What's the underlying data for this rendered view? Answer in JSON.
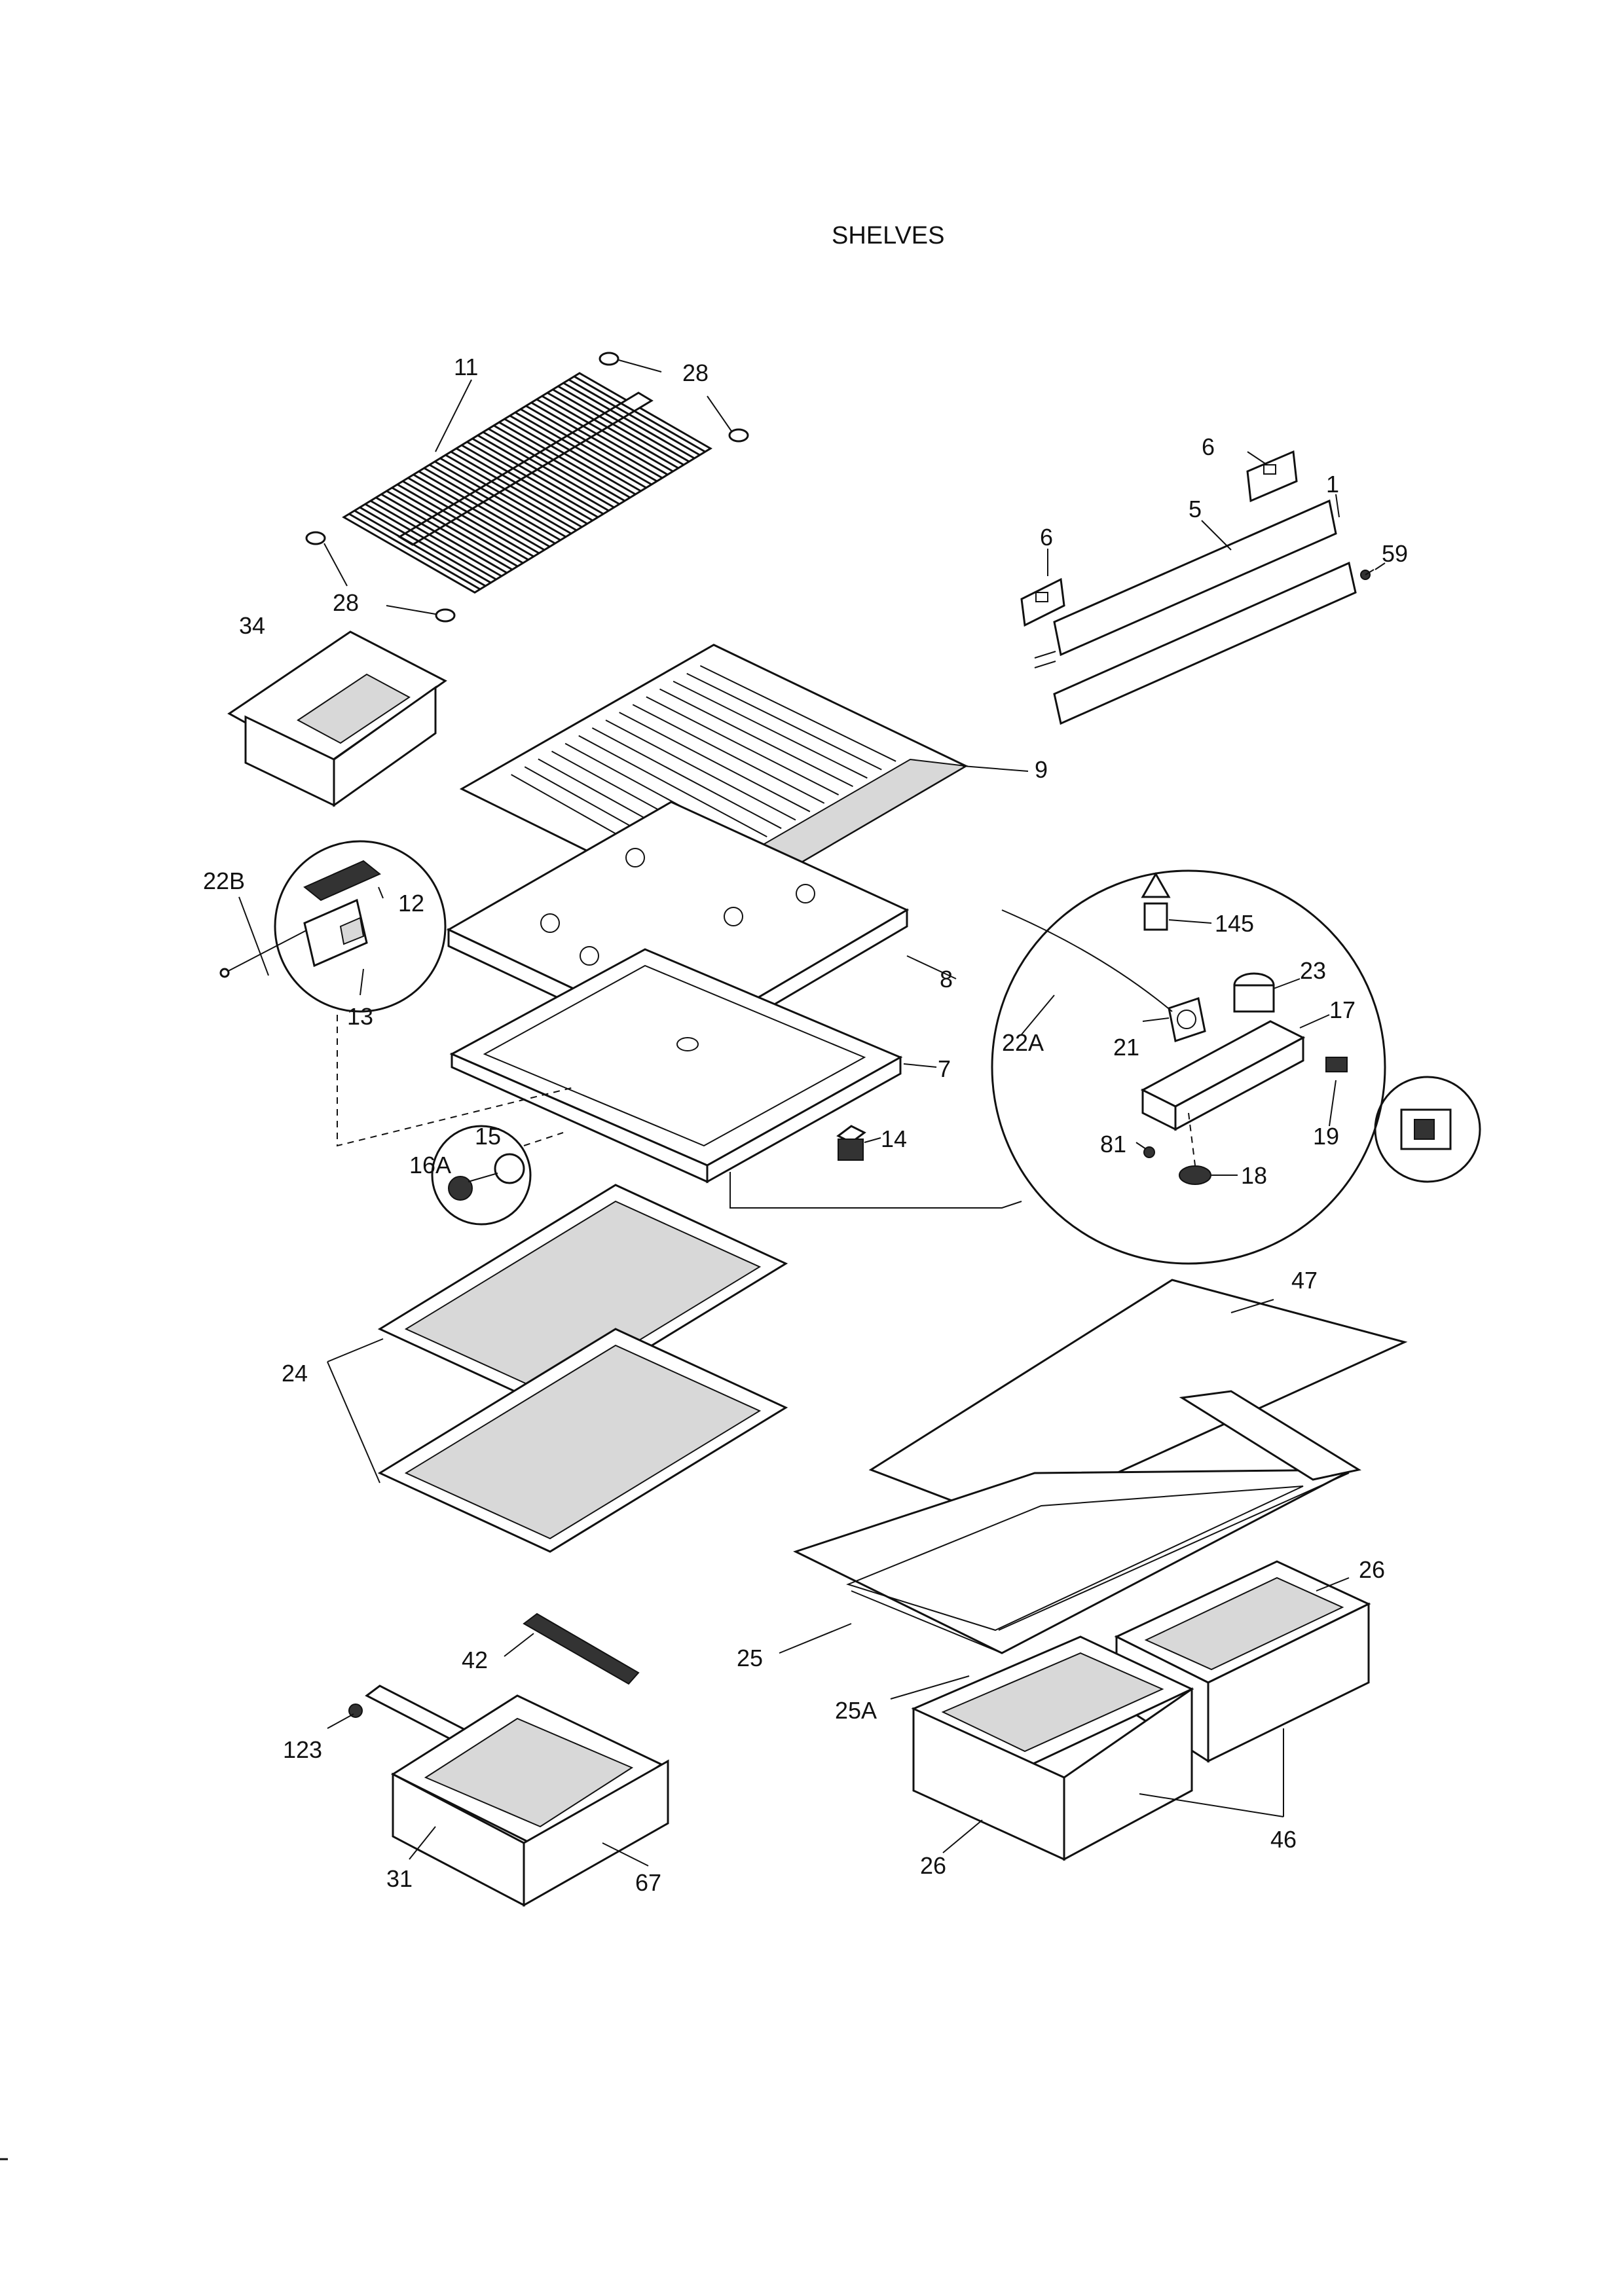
{
  "title": "SHELVES",
  "callouts": {
    "c11": "11",
    "c28a": "28",
    "c28b": "28",
    "c34": "34",
    "c6a": "6",
    "c6b": "6",
    "c5": "5",
    "c1": "1",
    "c59": "59",
    "c9": "9",
    "c22B": "22B",
    "c12": "12",
    "c13": "13",
    "c8": "8",
    "c7": "7",
    "c14": "14",
    "c15": "15",
    "c16A": "16A",
    "c145": "145",
    "c23": "23",
    "c17": "17",
    "c22A": "22A",
    "c21": "21",
    "c81": "81",
    "c18": "18",
    "c19": "19",
    "c47": "47",
    "c24": "24",
    "c26a": "26",
    "c25": "25",
    "c25A": "25A",
    "c42": "42",
    "c123": "123",
    "c31": "31",
    "c67": "67",
    "c26b": "26",
    "c46": "46"
  }
}
